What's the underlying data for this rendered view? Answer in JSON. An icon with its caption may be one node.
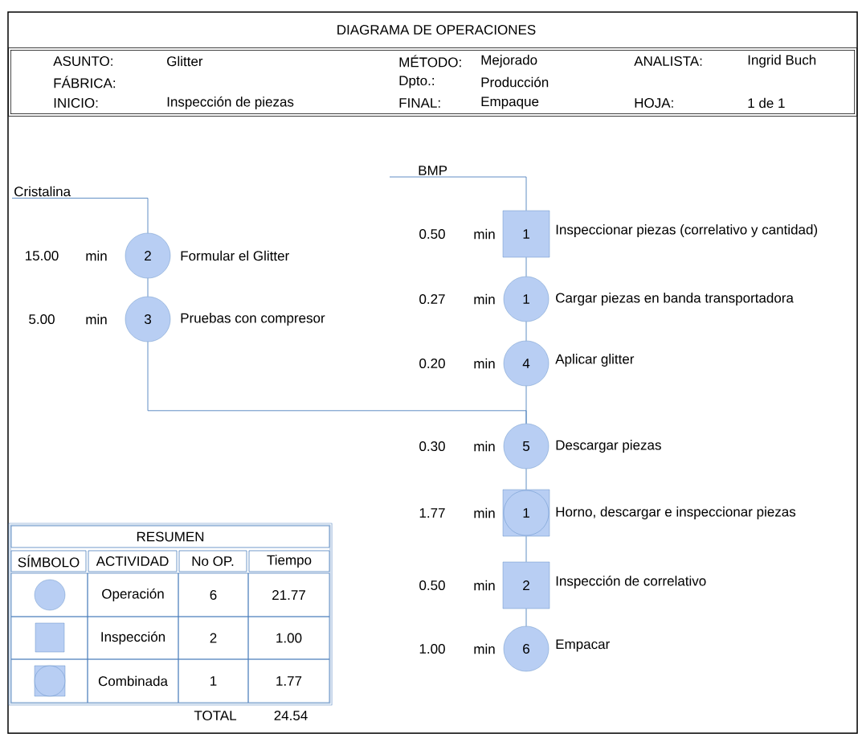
{
  "diagram": {
    "title": "DIAGRAMA DE OPERACIONES",
    "nodes": [
      {
        "text": [
          "Cristalina"
        ]
      },
      {
        "text": [
          "2"
        ],
        "beside": [
          "15.00",
          "min",
          "Formular el Glitter"
        ]
      },
      {
        "text": [
          "3"
        ],
        "beside": [
          "5.00",
          "min",
          "Pruebas con compresor"
        ]
      },
      {
        "text": [
          "BMP"
        ]
      },
      {
        "text": [
          "1"
        ],
        "beside": [
          "0.50",
          "min",
          "Inspeccionar piezas (correlativo y cantidad)"
        ]
      },
      {
        "text": [
          "1"
        ],
        "beside": [
          "0.27",
          "min",
          "Cargar piezas en banda transportadora"
        ]
      },
      {
        "text": [
          "4"
        ],
        "beside": [
          "0.20",
          "min",
          "Aplicar glitter"
        ]
      },
      {
        "text": [
          "5"
        ],
        "beside": [
          "0.30",
          "min",
          "Descargar piezas"
        ]
      },
      {
        "text": [
          "1"
        ],
        "beside": [
          "1.77",
          "min",
          "Horno, descargar e inspeccionar piezas"
        ]
      },
      {
        "text": [
          "2"
        ],
        "beside": [
          "0.50",
          "min",
          "Inspección de correlativo"
        ]
      },
      {
        "text": [
          "6"
        ],
        "beside": [
          "1.00",
          "min",
          "Empacar"
        ]
      }
    ],
    "edges": [
      {
        "from": 0,
        "to": 1,
        "arrow": "none"
      },
      {
        "from": 1,
        "to": 2,
        "arrow": "none"
      },
      {
        "from": 3,
        "to": 4,
        "arrow": "none"
      },
      {
        "from": 4,
        "to": 5,
        "arrow": "none"
      },
      {
        "from": 5,
        "to": 6,
        "arrow": "none"
      },
      {
        "from": 6,
        "to": 7,
        "arrow": "none"
      },
      {
        "from": 2,
        "to": 7,
        "arrow": "none"
      },
      {
        "from": 7,
        "to": 8,
        "arrow": "none"
      },
      {
        "from": 8,
        "to": 9,
        "arrow": "none"
      },
      {
        "from": 9,
        "to": 10,
        "arrow": "none"
      }
    ],
    "labels": [
      "ASUNTO:",
      "Glitter",
      "MÉTODO:",
      "Mejorado",
      "ANALISTA:",
      "Ingrid Buch",
      "FÁBRICA:",
      "Dpto.:",
      "Producción",
      "INICIO:",
      "Inspección de piezas",
      "FINAL:",
      "Empaque",
      "HOJA:",
      "1 de 1",
      "RESUMEN",
      "SÍMBOLO",
      "ACTIVIDAD",
      "No OP.",
      "Tiempo",
      "Operación",
      "6",
      "21.77",
      "Inspección",
      "2",
      "1.00",
      "Combinada",
      "1",
      "1.77",
      "TOTAL",
      "24.54"
    ]
  }
}
